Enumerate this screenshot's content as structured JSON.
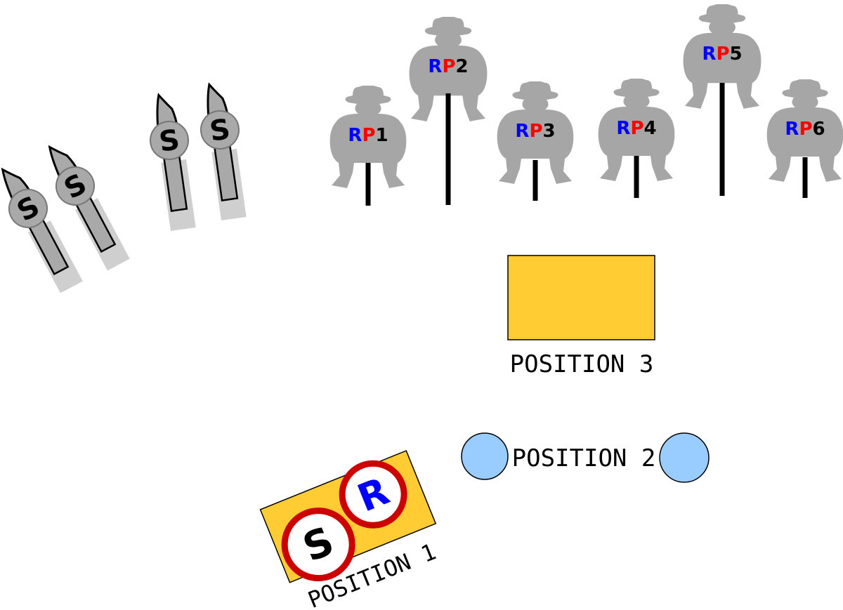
{
  "colors": {
    "target_fill": "#a6a6a6",
    "steel_fill": "#a9a9a9",
    "steel_shadow": "#cfcfcf",
    "box_fill": "#ffcc33",
    "circle_fill": "#99ccff",
    "ring_color": "#cc0000",
    "rp_r_color": "#0000ff",
    "rp_p_color": "#ff0000",
    "rp_num_color": "#000000"
  },
  "steel_targets": [
    {
      "label": "S"
    },
    {
      "label": "S"
    },
    {
      "label": "S"
    },
    {
      "label": "S"
    }
  ],
  "rp_targets": [
    {
      "r": "R",
      "p": "P",
      "num": "1"
    },
    {
      "r": "R",
      "p": "P",
      "num": "2"
    },
    {
      "r": "R",
      "p": "P",
      "num": "3"
    },
    {
      "r": "R",
      "p": "P",
      "num": "4"
    },
    {
      "r": "R",
      "p": "P",
      "num": "5"
    },
    {
      "r": "R",
      "p": "P",
      "num": "6"
    }
  ],
  "positions": {
    "position_1": {
      "label": "POSITION 1",
      "tokens": [
        {
          "letter": "S"
        },
        {
          "letter": "R"
        }
      ]
    },
    "position_2": {
      "label": "POSITION 2"
    },
    "position_3": {
      "label": "POSITION 3"
    }
  }
}
